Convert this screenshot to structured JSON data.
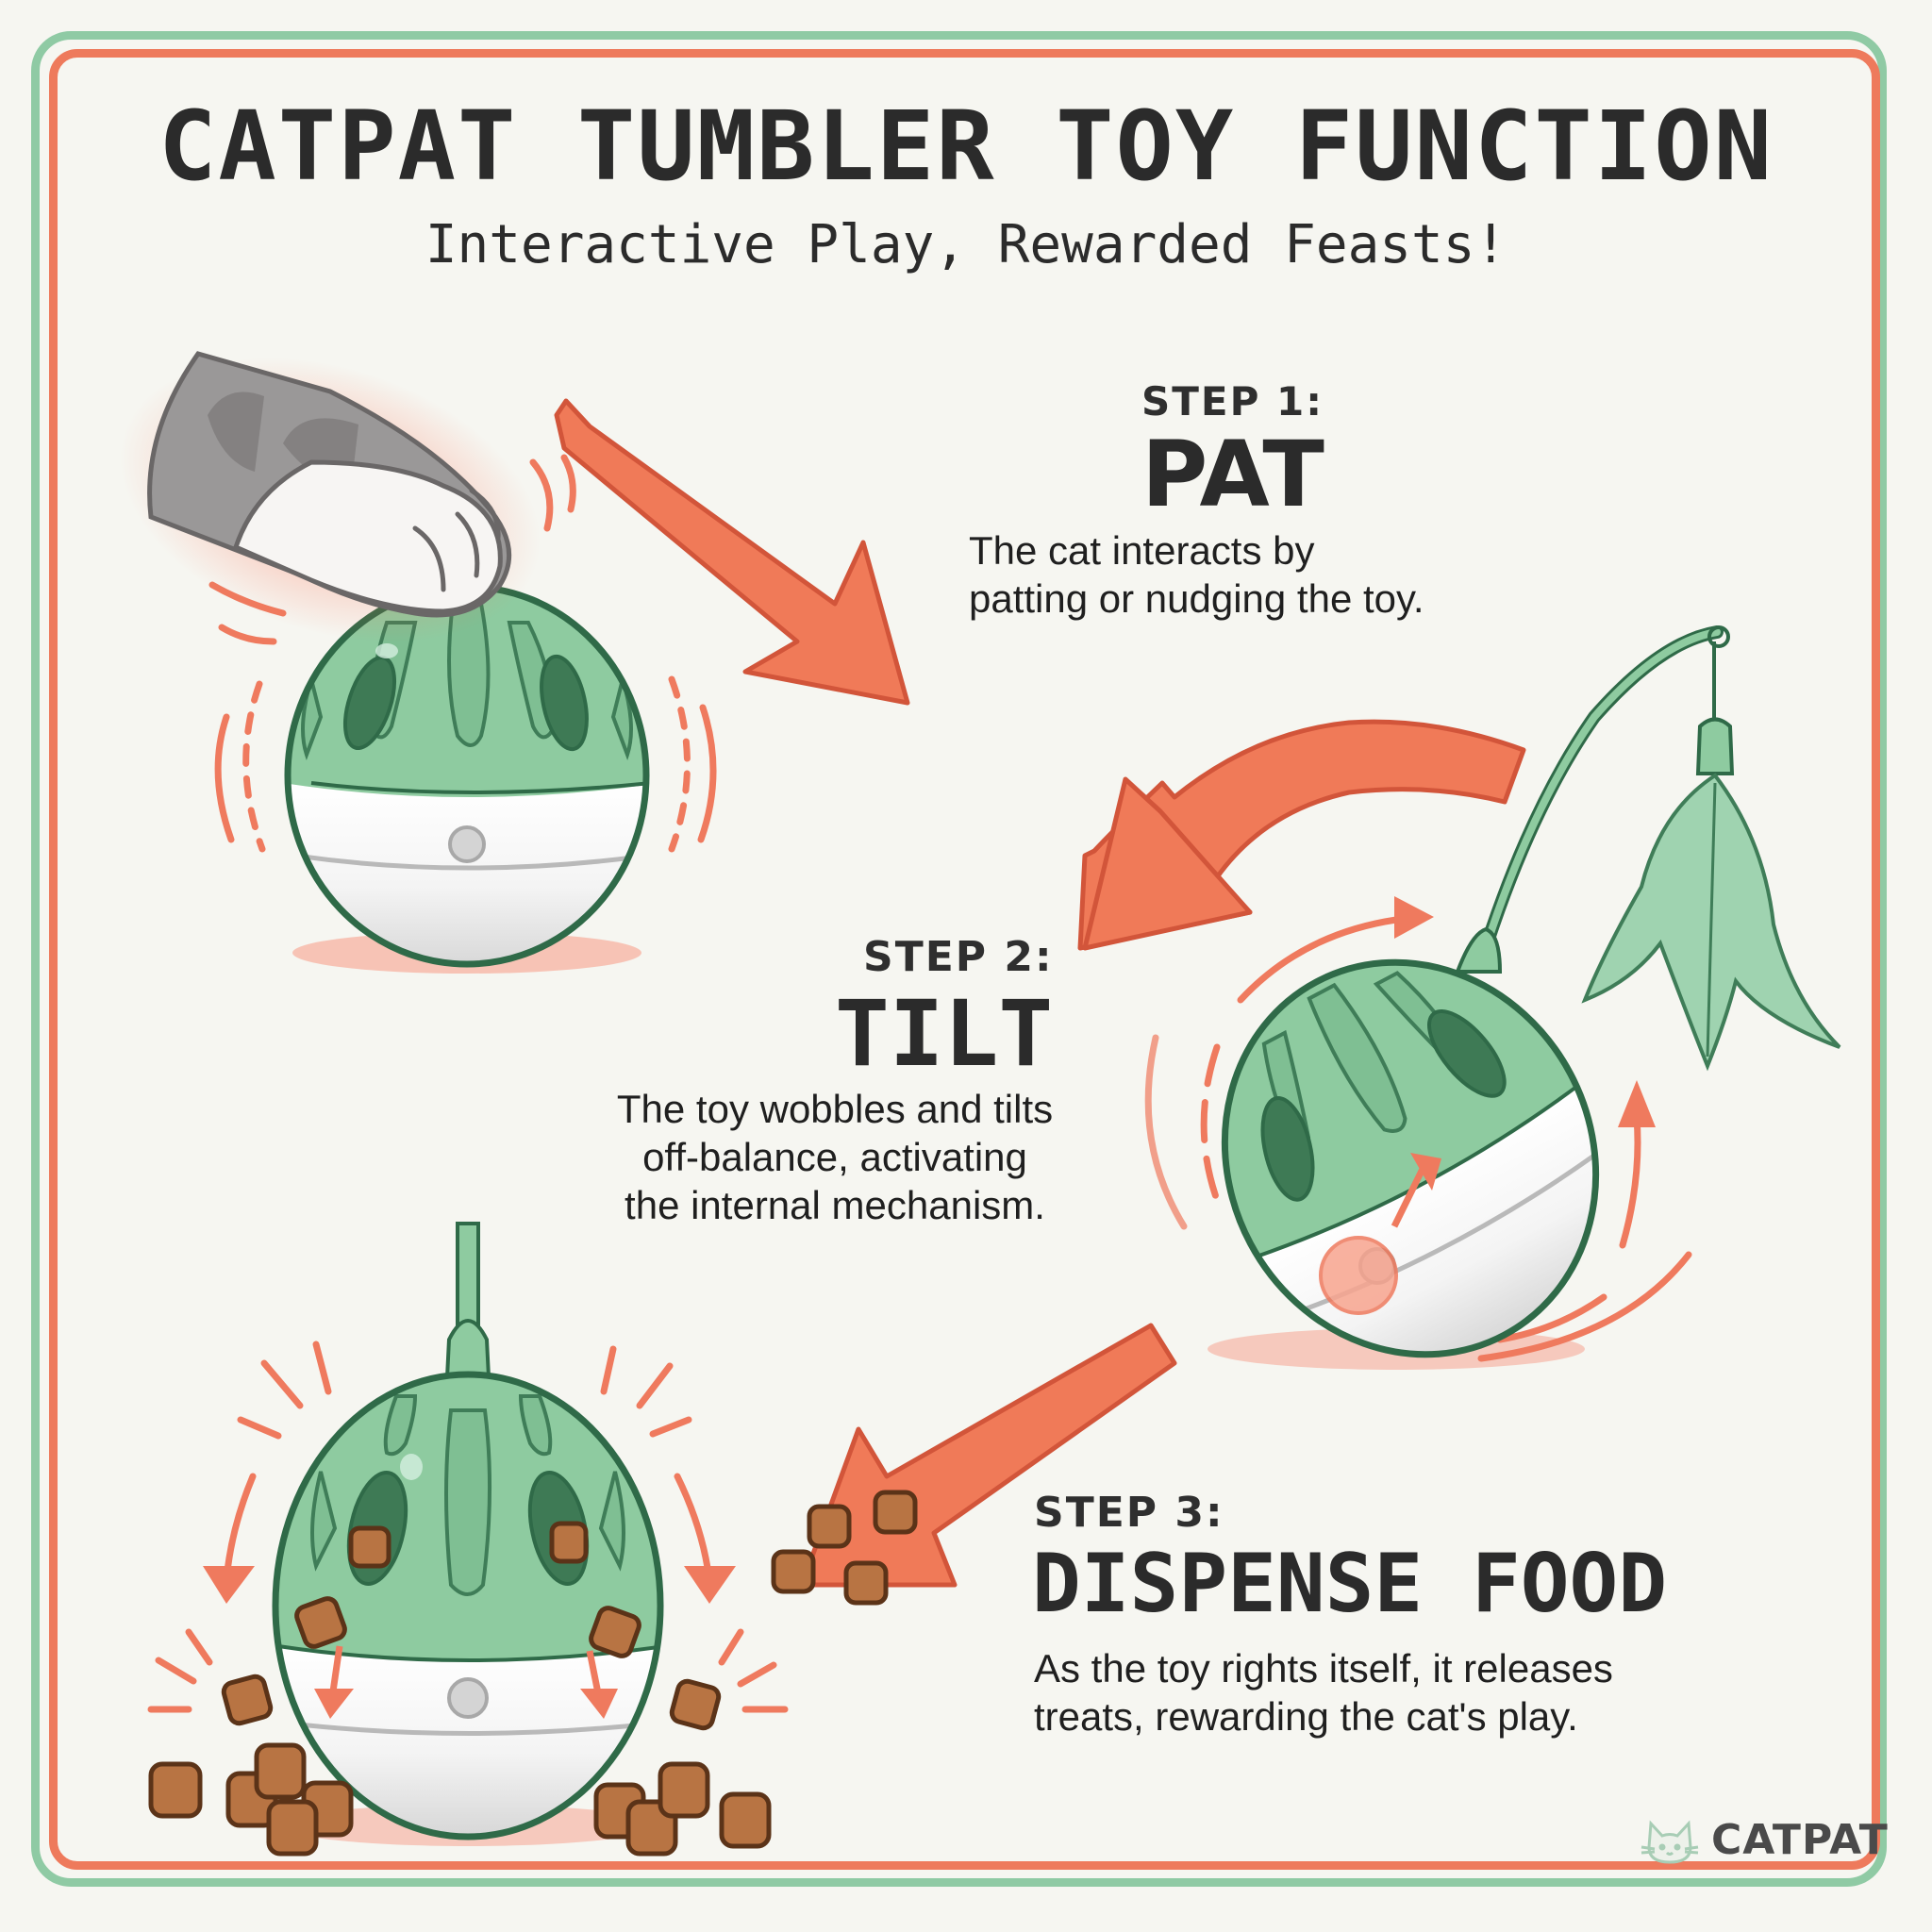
{
  "header": {
    "title": "CATPAT TUMBLER TOY FUNCTION",
    "subtitle": "Interactive Play, Rewarded Feasts!"
  },
  "steps": [
    {
      "label": "STEP 1:",
      "heading": "PAT",
      "description_lines": [
        "The cat interacts by",
        "patting or nudging the toy."
      ],
      "illustration": "cat-paw-patting-tumbler-toy"
    },
    {
      "label": "STEP 2:",
      "heading": "TILT",
      "description_lines": [
        "The toy wobbles and tilts",
        "off-balance, activating",
        "the internal mechanism."
      ],
      "illustration": "tilted-tumbler-with-feather-wand"
    },
    {
      "label": "STEP 3:",
      "heading": "DISPENSE FOOD",
      "description_lines": [
        "As the toy rights itself, it releases",
        "treats, rewarding the cat's play."
      ],
      "illustration": "upright-tumbler-dispensing-treats"
    }
  ],
  "brand": {
    "name": "CATPAT",
    "icon": "cat-face-icon"
  },
  "colors": {
    "background": "#f6f6f1",
    "frame_outer": "#8fcaa4",
    "frame_inner": "#ee7a5c",
    "arrow_fill": "#f07a58",
    "arrow_stroke": "#d2553a",
    "toy_green": "#8ecba0",
    "toy_outline": "#2f6a48",
    "toy_hole": "#3e7a55",
    "toy_white": "#ffffff",
    "toy_grey": "#d9d9d9",
    "treat": "#b87443",
    "treat_outline": "#5b3318",
    "text": "#2b2b2b"
  }
}
